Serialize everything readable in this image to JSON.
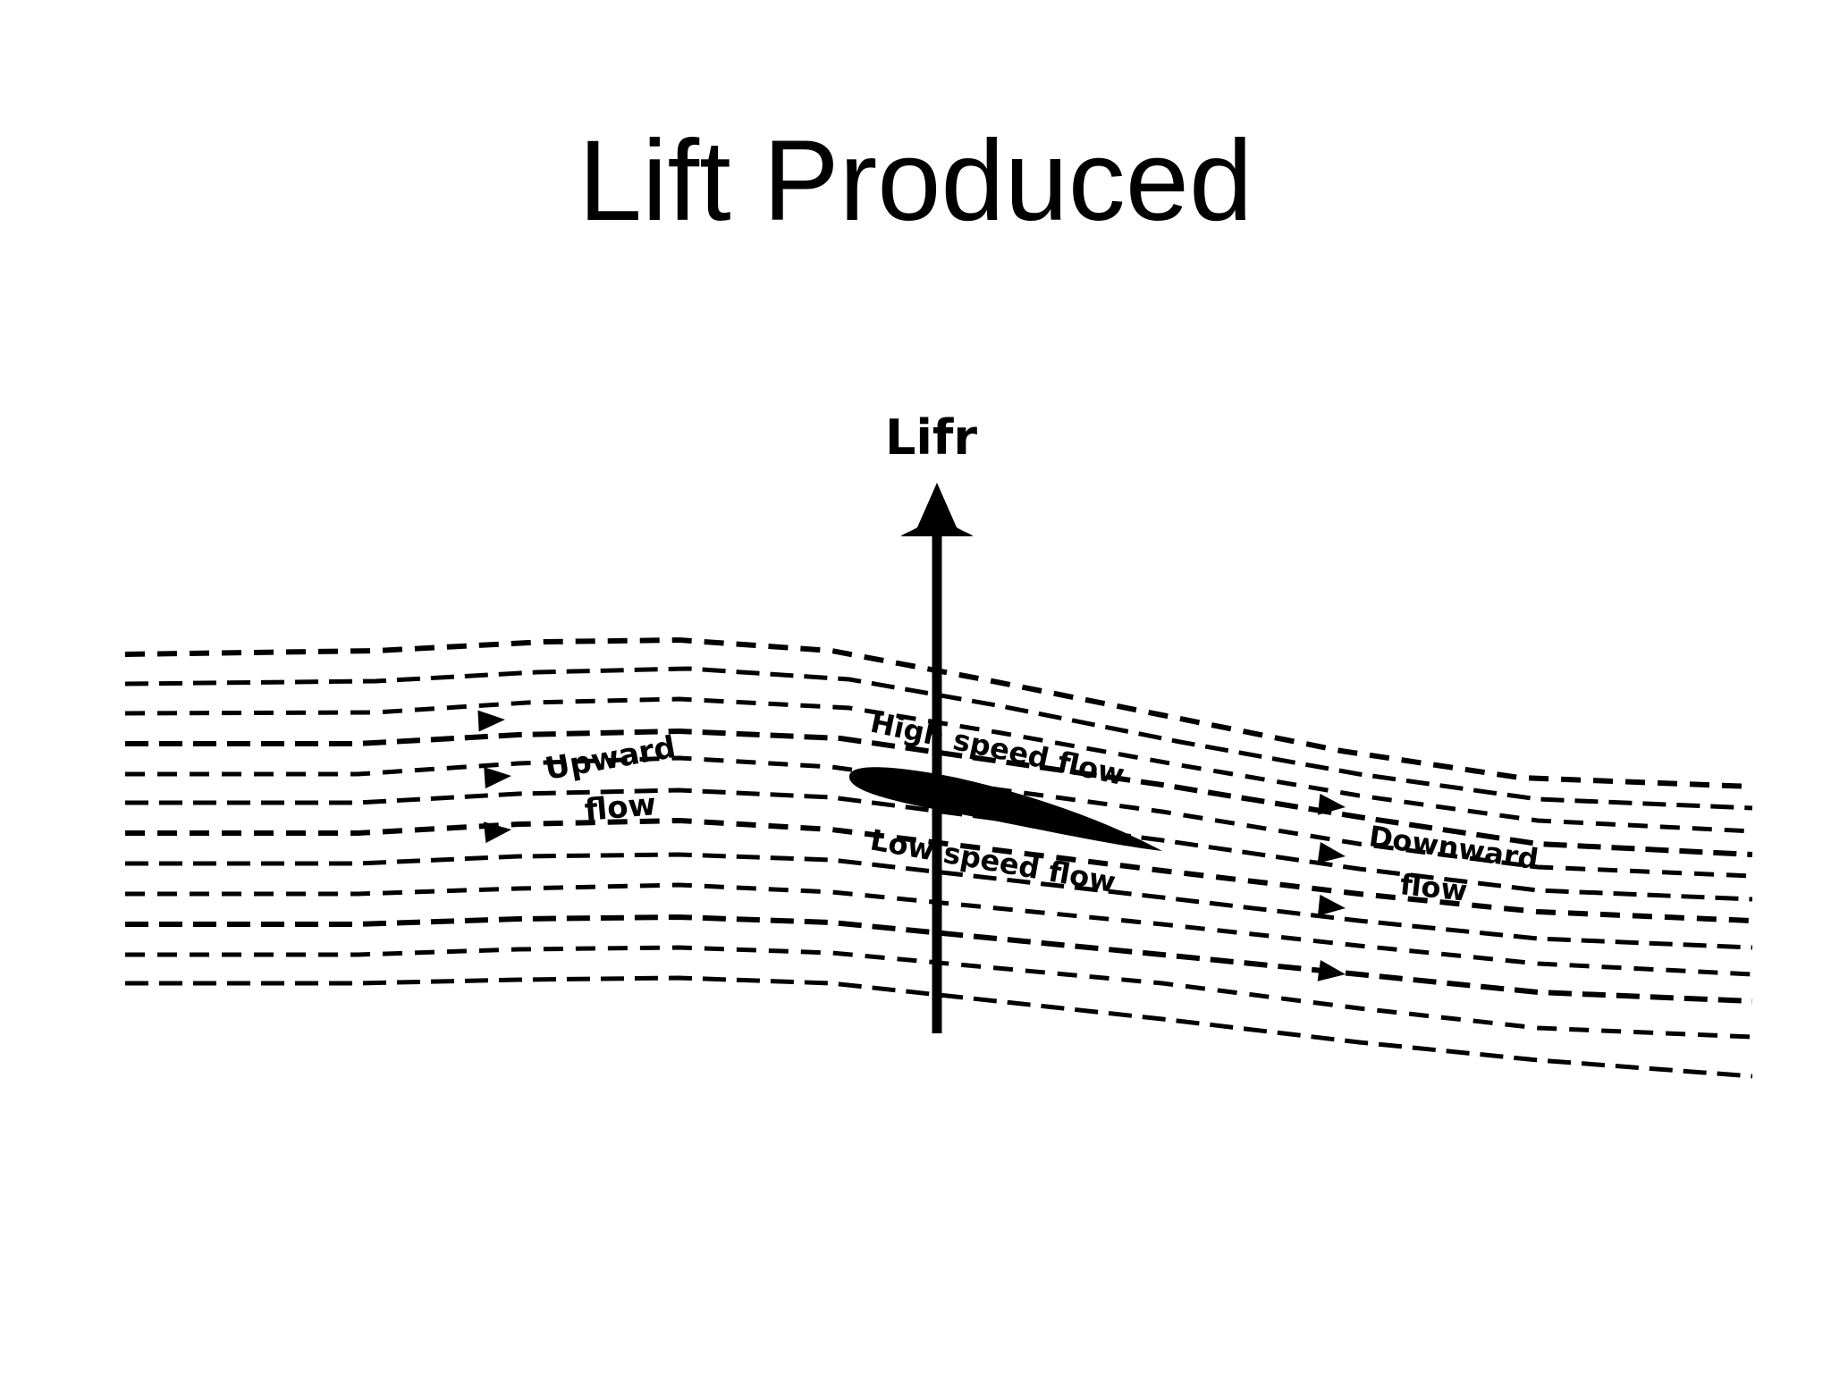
{
  "slide": {
    "title": "Lift Produced"
  },
  "diagram": {
    "ink_color": "#000000",
    "background_color": "#ffffff",
    "labels": {
      "lift": "Lifr",
      "upward_1": "Upward",
      "upward_2": "flow",
      "high_speed": "High speed flow",
      "low_speed": "Low speed flow",
      "downward_1": "Downward",
      "downward_2": "flow"
    },
    "icons": [
      "lift-arrow-icon",
      "flow-arrow-icon",
      "airfoil-icon"
    ]
  }
}
